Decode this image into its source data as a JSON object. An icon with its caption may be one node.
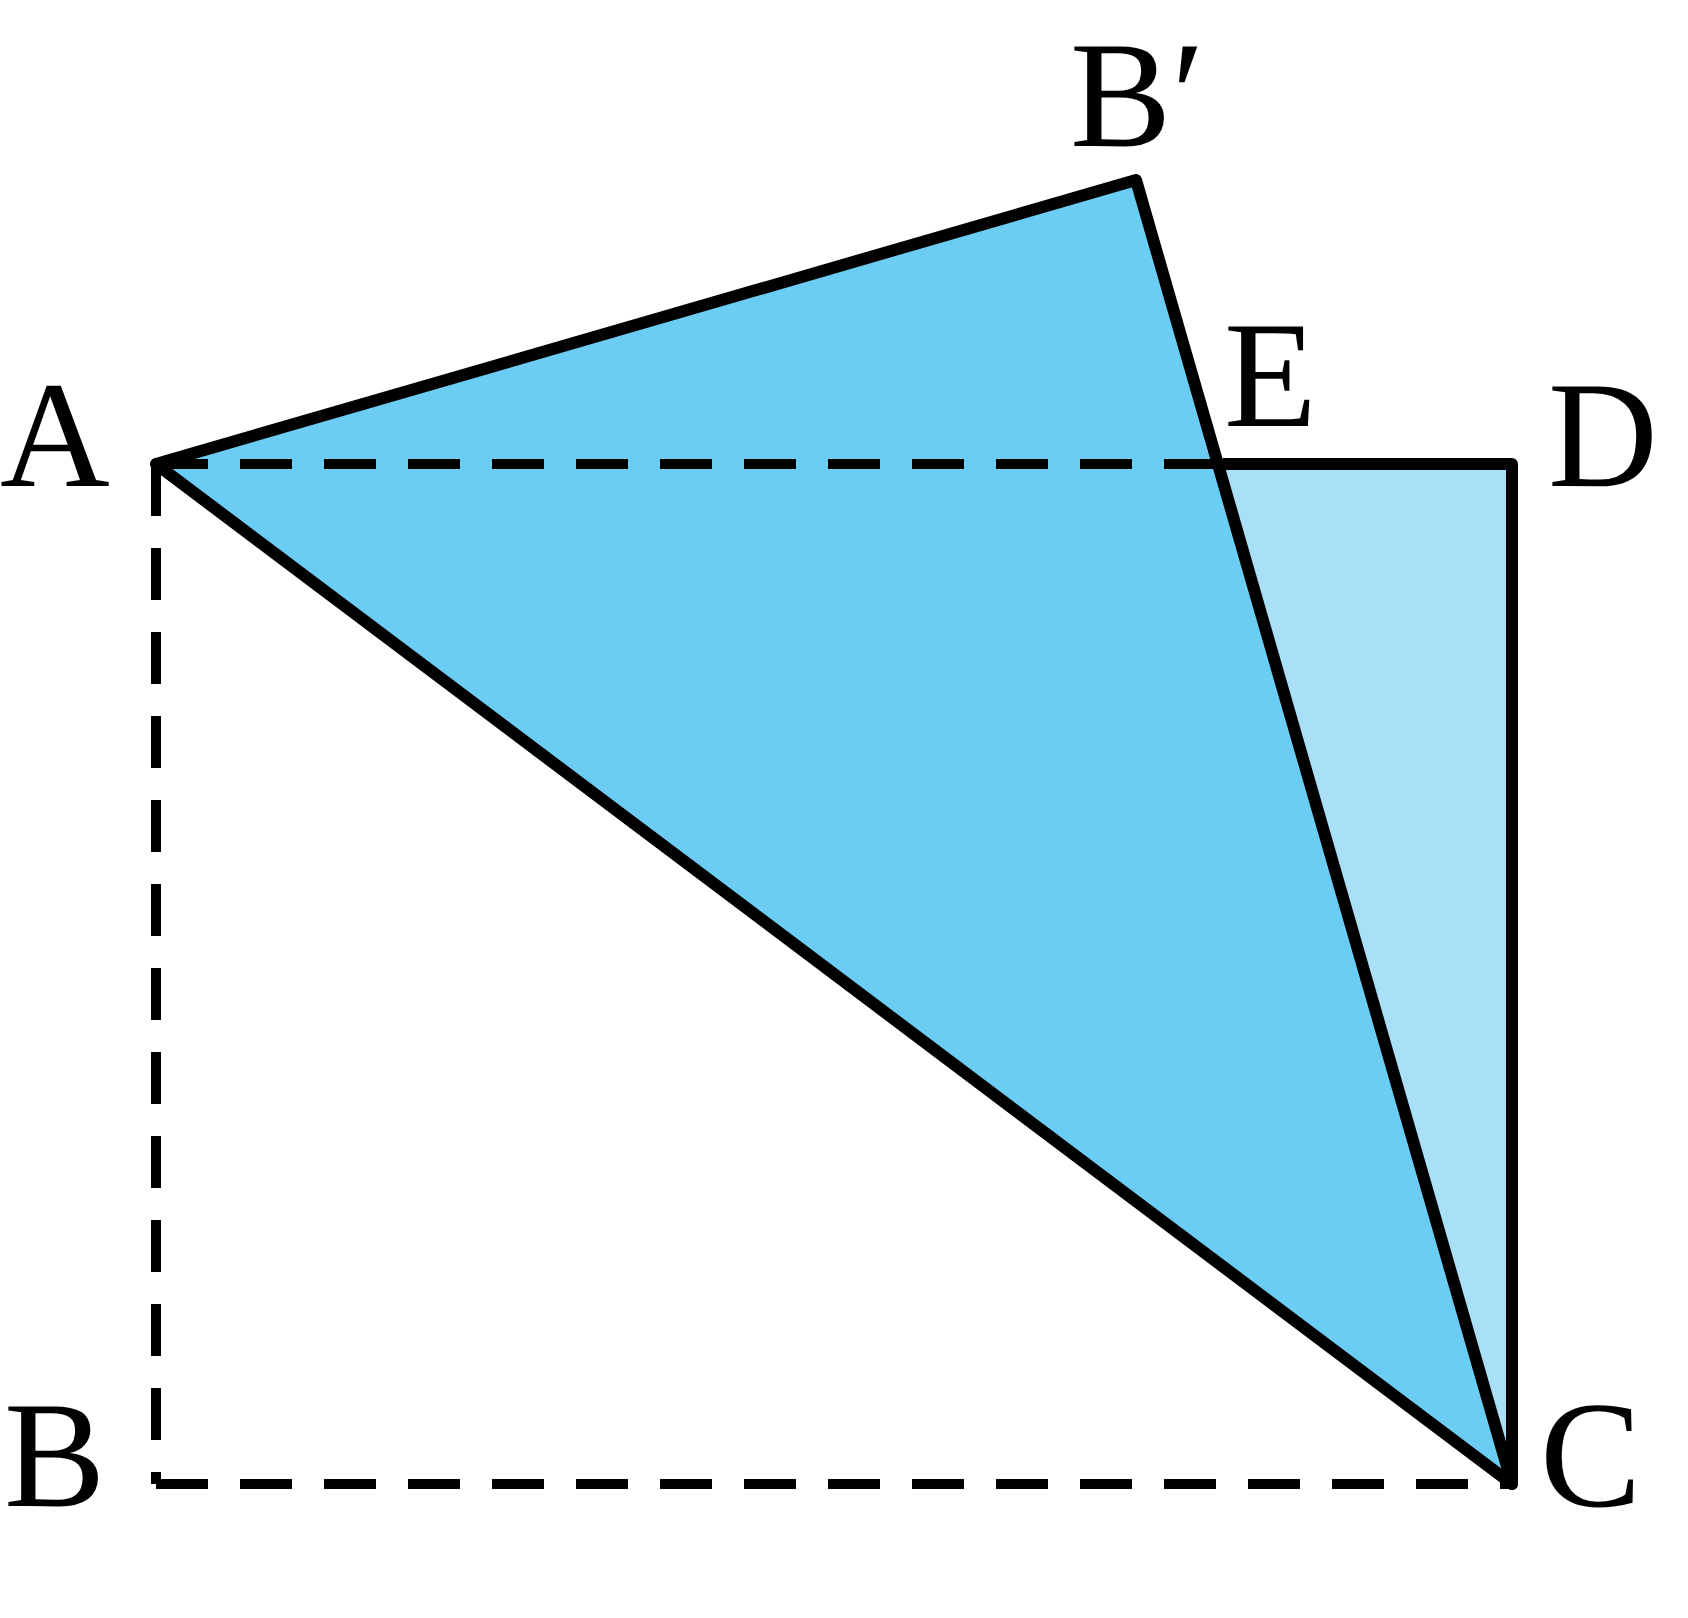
{
  "diagram": {
    "labels": [
      "B′",
      "E",
      "A",
      "D",
      "B",
      "C"
    ]
  }
}
